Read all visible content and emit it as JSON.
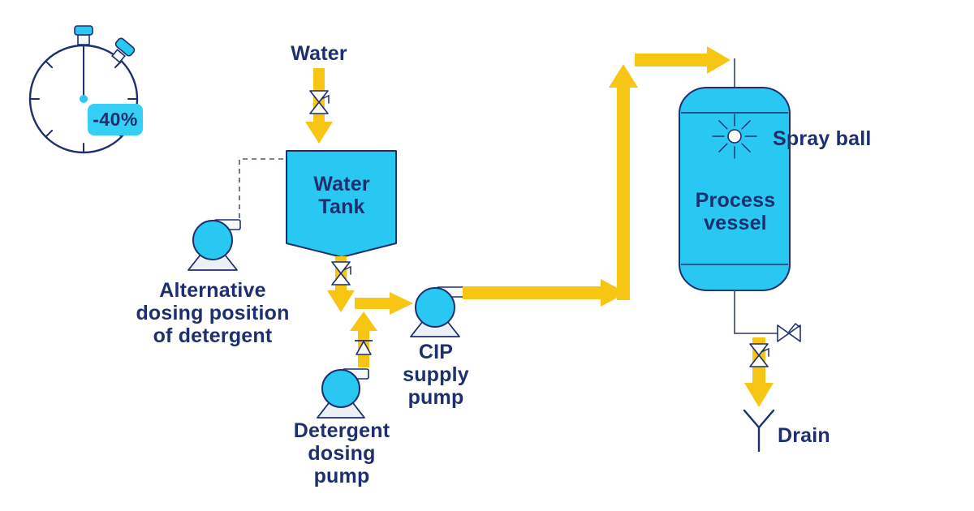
{
  "colors": {
    "cyan": "#29C8F2",
    "badge_cyan": "#35CEF5",
    "yellow": "#F7C513",
    "navy": "#1E2F6E",
    "pipe": "#4A5878",
    "pump_base": "#EDF1F7",
    "background": "#FFFFFF"
  },
  "badge": {
    "label": "-40%"
  },
  "labels": {
    "water": "Water",
    "water_tank": "Water\nTank",
    "alternative_dosing": "Alternative\ndosing position\nof detergent",
    "detergent_pump": "Detergent\ndosing\npump",
    "cip_pump": "CIP\nsupply\npump",
    "process_vessel": "Process\nvessel",
    "spray_ball": "Spray ball",
    "drain": "Drain"
  },
  "icons": {
    "stopwatch": "stopwatch-icon",
    "shutoff_valve": "valve-icon",
    "check_valve": "check-valve-icon",
    "manual_valve": "manual-valve-icon",
    "pump": "pump-icon",
    "spray_ball": "spray-ball-icon",
    "drain": "drain-symbol-icon",
    "flow_arrow": "flow-arrow"
  }
}
